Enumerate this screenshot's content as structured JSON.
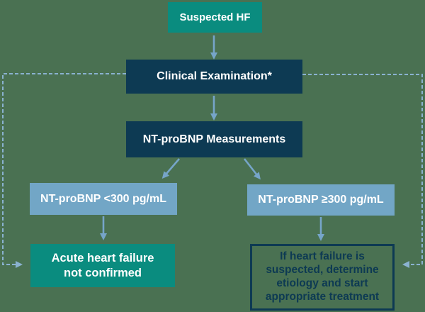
{
  "diagram": {
    "title": "Suspected heart failure NT-proBNP diagnostic flowchart",
    "background_color": "#4A7152",
    "colors": {
      "teal": "#0A8C7F",
      "navy": "#0D3A53",
      "light_blue": "#72A6C6",
      "arrow_blue": "#76A5C9",
      "dashed_blue": "#8AB2D0",
      "text_white": "#FFFFFF",
      "outlined_border_text": "#0D3A53"
    },
    "nodes": [
      {
        "id": "suspected-hf",
        "label": "Suspected HF",
        "style": "teal"
      },
      {
        "id": "clinical-examination",
        "label": "Clinical Examination*",
        "style": "navy"
      },
      {
        "id": "ntprobnp-measurements",
        "label": "NT-proBNP Measurements",
        "style": "navy"
      },
      {
        "id": "ntprobnp-low",
        "label": "NT-proBNP <300 pg/mL",
        "style": "lightblue"
      },
      {
        "id": "ntprobnp-high",
        "label": "NT-proBNP ≥300 pg/mL",
        "style": "lightblue"
      },
      {
        "id": "acute-hf-not-confirmed",
        "label": "Acute heart failure\nnot confirmed",
        "style": "teal"
      },
      {
        "id": "hf-suspected-treatment",
        "label": "If heart failure is\nsuspected, determine\netiology and start\nappropriate treatment",
        "style": "outlined"
      }
    ],
    "edges": [
      {
        "from": "suspected-hf",
        "to": "clinical-examination",
        "type": "solid-arrow"
      },
      {
        "from": "clinical-examination",
        "to": "ntprobnp-measurements",
        "type": "solid-arrow"
      },
      {
        "from": "ntprobnp-measurements",
        "to": "ntprobnp-low",
        "type": "solid-arrow"
      },
      {
        "from": "ntprobnp-measurements",
        "to": "ntprobnp-high",
        "type": "solid-arrow"
      },
      {
        "from": "ntprobnp-low",
        "to": "acute-hf-not-confirmed",
        "type": "solid-arrow"
      },
      {
        "from": "ntprobnp-high",
        "to": "hf-suspected-treatment",
        "type": "solid-arrow"
      },
      {
        "from": "clinical-examination",
        "to": "acute-hf-not-confirmed",
        "type": "dashed-arrow",
        "route": "left-edge"
      },
      {
        "from": "clinical-examination",
        "to": "hf-suspected-treatment",
        "type": "dashed-arrow",
        "route": "right-edge"
      }
    ]
  }
}
